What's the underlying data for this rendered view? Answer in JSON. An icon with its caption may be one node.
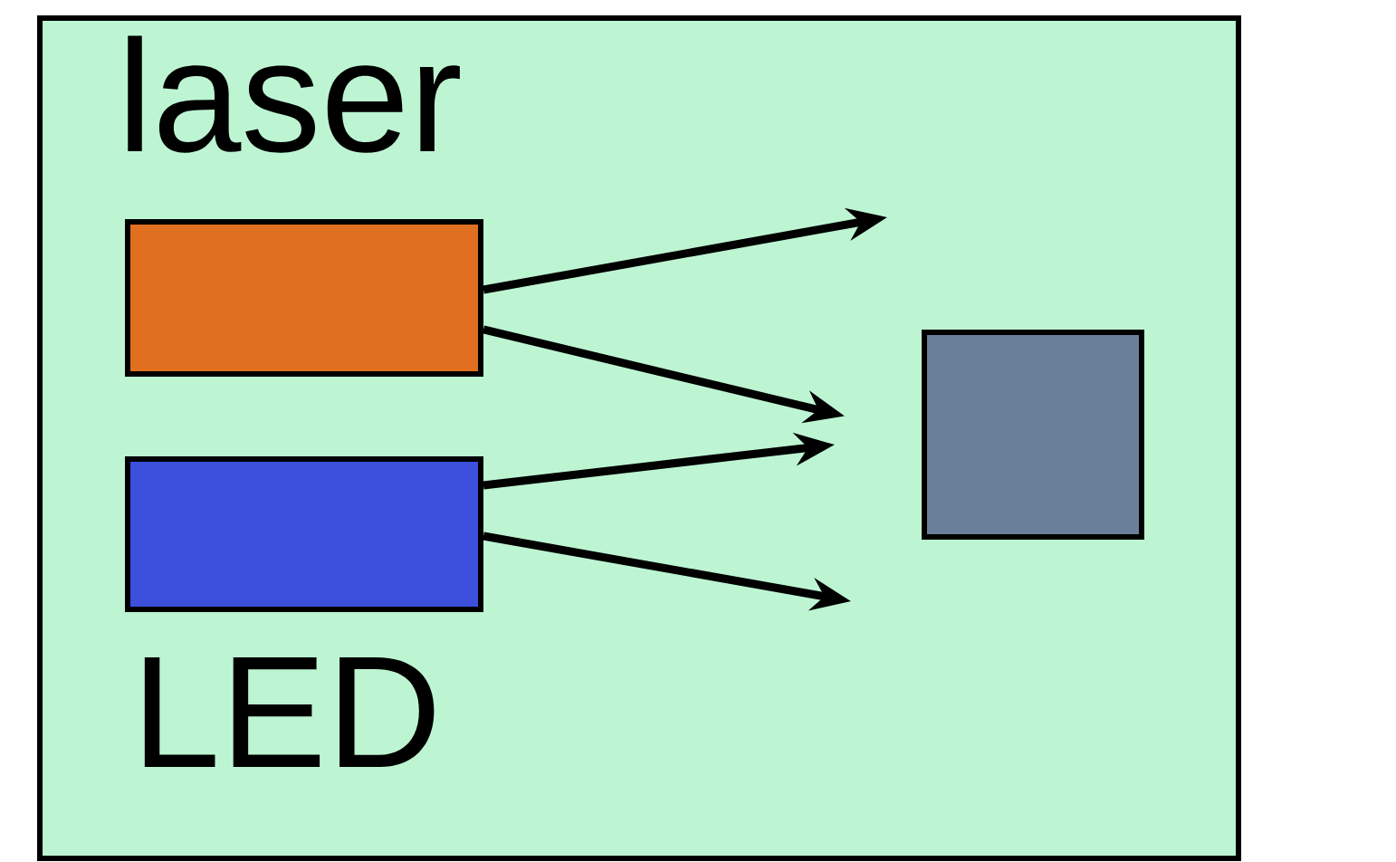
{
  "diagram": {
    "nodes": [
      {
        "text": [],
        "shape": "box"
      },
      {
        "text": [
          "laser"
        ],
        "in": 0
      },
      {
        "text": [
          "LED"
        ],
        "in": 0
      },
      {
        "text": [],
        "shape": "box",
        "in": 0
      }
    ],
    "edges": [
      {
        "from": 1,
        "to": null,
        "arrow": "to"
      },
      {
        "from": 1,
        "to": 3,
        "arrow": "to"
      },
      {
        "from": 2,
        "to": 3,
        "arrow": "to"
      },
      {
        "from": 2,
        "to": null,
        "arrow": "to"
      }
    ]
  }
}
